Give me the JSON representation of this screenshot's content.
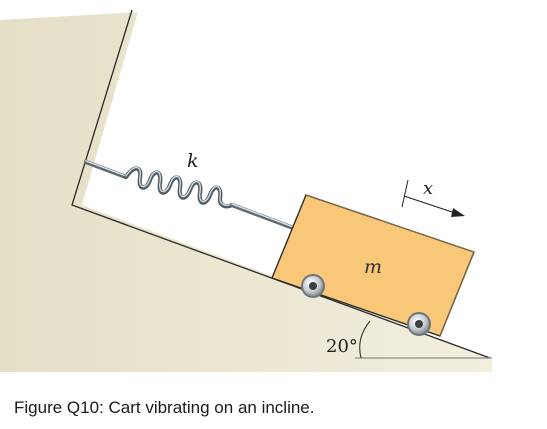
{
  "figure": {
    "spring_label": "k",
    "mass_label": "m",
    "displacement_label": "x",
    "angle_label": "20°",
    "colors": {
      "wall": "#e9e5cf",
      "cart": "#f7c774",
      "spring": "#9aa7af",
      "outline": "#222222"
    }
  },
  "caption": "Figure Q10: Cart vibrating on an incline."
}
